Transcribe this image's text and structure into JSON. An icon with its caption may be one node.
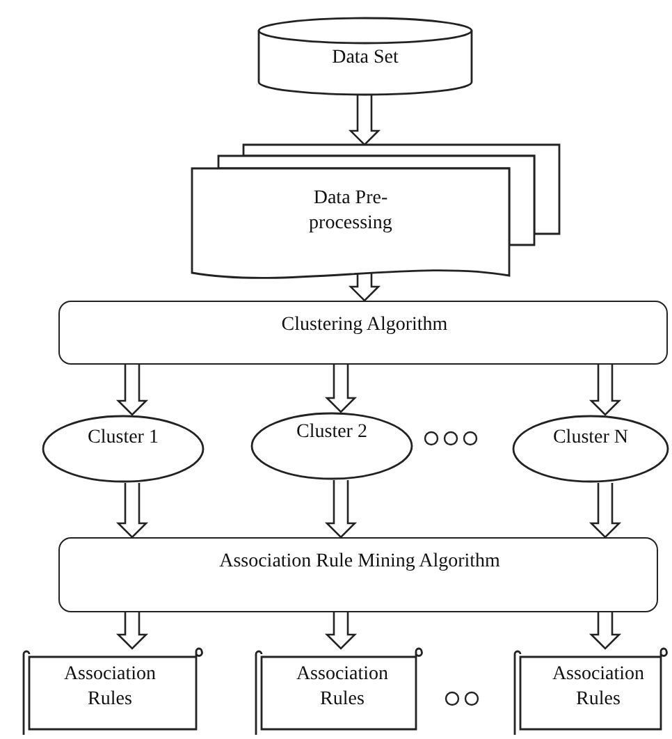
{
  "diagram": {
    "nodes": [
      {
        "text": [
          "Data Set"
        ]
      },
      {
        "text": [
          "Data Pre-processing"
        ]
      },
      {
        "text": [
          "Clustering Algorithm"
        ]
      },
      {
        "text": [
          "Cluster 1"
        ]
      },
      {
        "text": [
          "Cluster 2"
        ]
      },
      {
        "text": [
          "Cluster N"
        ]
      },
      {
        "text": [
          "Association Rule Mining Algorithm"
        ]
      },
      {
        "text": [
          "Association Rules"
        ]
      },
      {
        "text": [
          "Association Rules"
        ]
      },
      {
        "text": [
          "Association Rules"
        ]
      }
    ],
    "edges": [
      {
        "from": 0,
        "to": 1,
        "arrow": "to"
      },
      {
        "from": 1,
        "to": 2,
        "arrow": "to"
      },
      {
        "from": 2,
        "to": 3,
        "arrow": "to"
      },
      {
        "from": 2,
        "to": 4,
        "arrow": "to"
      },
      {
        "from": 2,
        "to": 5,
        "arrow": "to"
      },
      {
        "from": 3,
        "to": 6,
        "arrow": "to"
      },
      {
        "from": 4,
        "to": 6,
        "arrow": "to"
      },
      {
        "from": 5,
        "to": 6,
        "arrow": "to"
      },
      {
        "from": 6,
        "to": 7,
        "arrow": "to"
      },
      {
        "from": 6,
        "to": 8,
        "arrow": "to"
      },
      {
        "from": 6,
        "to": 9,
        "arrow": "to"
      }
    ]
  }
}
